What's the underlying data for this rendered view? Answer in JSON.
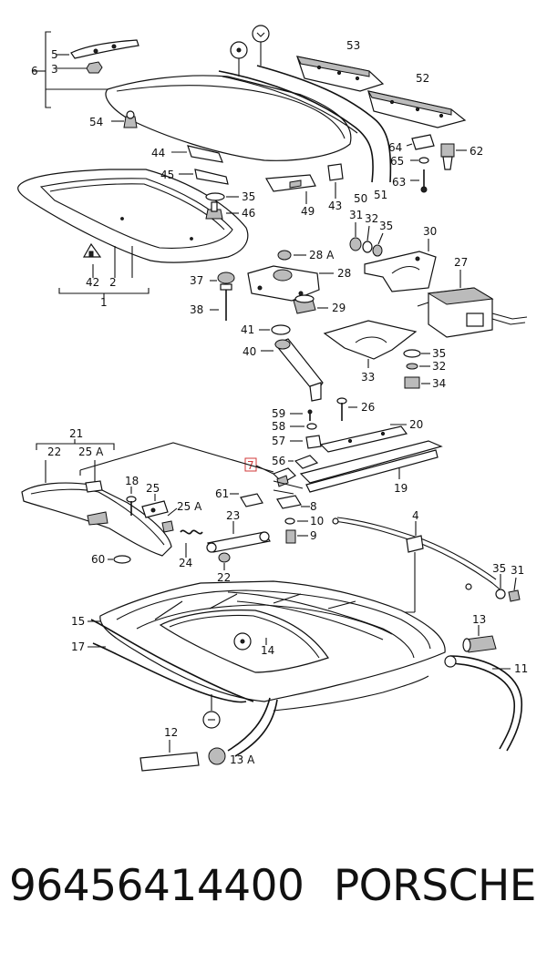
{
  "footer": {
    "part_number": "96456414400",
    "brand": "PORSCHE"
  },
  "diagram": {
    "highlight_label": "7",
    "labels": [
      "5",
      "6",
      "3",
      "1",
      "2",
      "42",
      "54",
      "44",
      "45",
      "35",
      "46",
      "43",
      "49",
      "50",
      "51",
      "53",
      "52",
      "64",
      "65",
      "62",
      "63",
      "31",
      "32",
      "35",
      "30",
      "27",
      "28 A",
      "28",
      "37",
      "38",
      "29",
      "41",
      "40",
      "33",
      "35",
      "32",
      "34",
      "26",
      "59",
      "58",
      "57",
      "56",
      "20",
      "19",
      "21",
      "22",
      "25 A",
      "18",
      "25",
      "25 A",
      "61",
      "8",
      "23",
      "10",
      "9",
      "24",
      "22",
      "60",
      "4",
      "35",
      "31",
      "15",
      "17",
      "14",
      "13",
      "11",
      "12",
      "13 A"
    ]
  }
}
